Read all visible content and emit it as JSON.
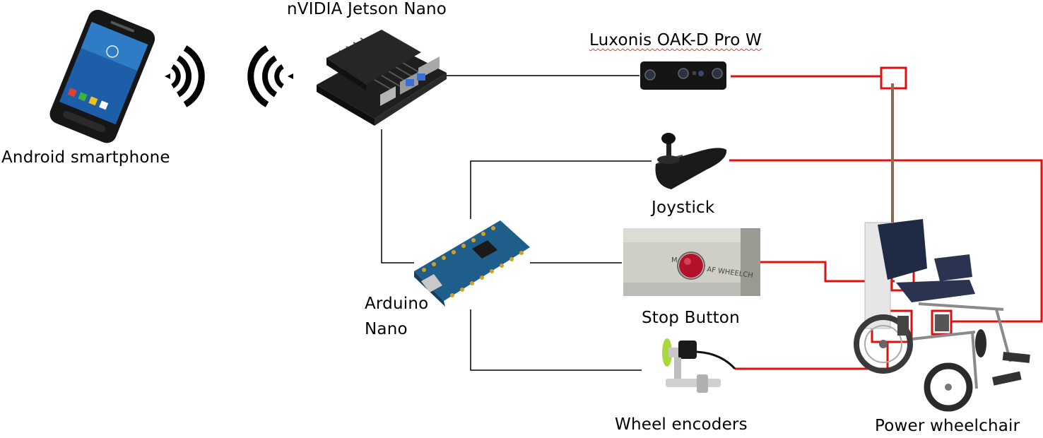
{
  "labels": {
    "phone": "Android smartphone",
    "jetson": "nVIDIA Jetson Nano",
    "camera": "Luxonis OAK-D Pro W",
    "joystick": "Joystick",
    "arduino_line1": "Arduino",
    "arduino_line2": "Nano",
    "stop_button": "Stop Button",
    "encoders": "Wheel encoders",
    "wheelchair": "Power wheelchair"
  },
  "colors": {
    "wire": "#000000",
    "connection": "#e01010",
    "board_green": "#1f5e8a",
    "heatsink": "#2a2a2a"
  }
}
